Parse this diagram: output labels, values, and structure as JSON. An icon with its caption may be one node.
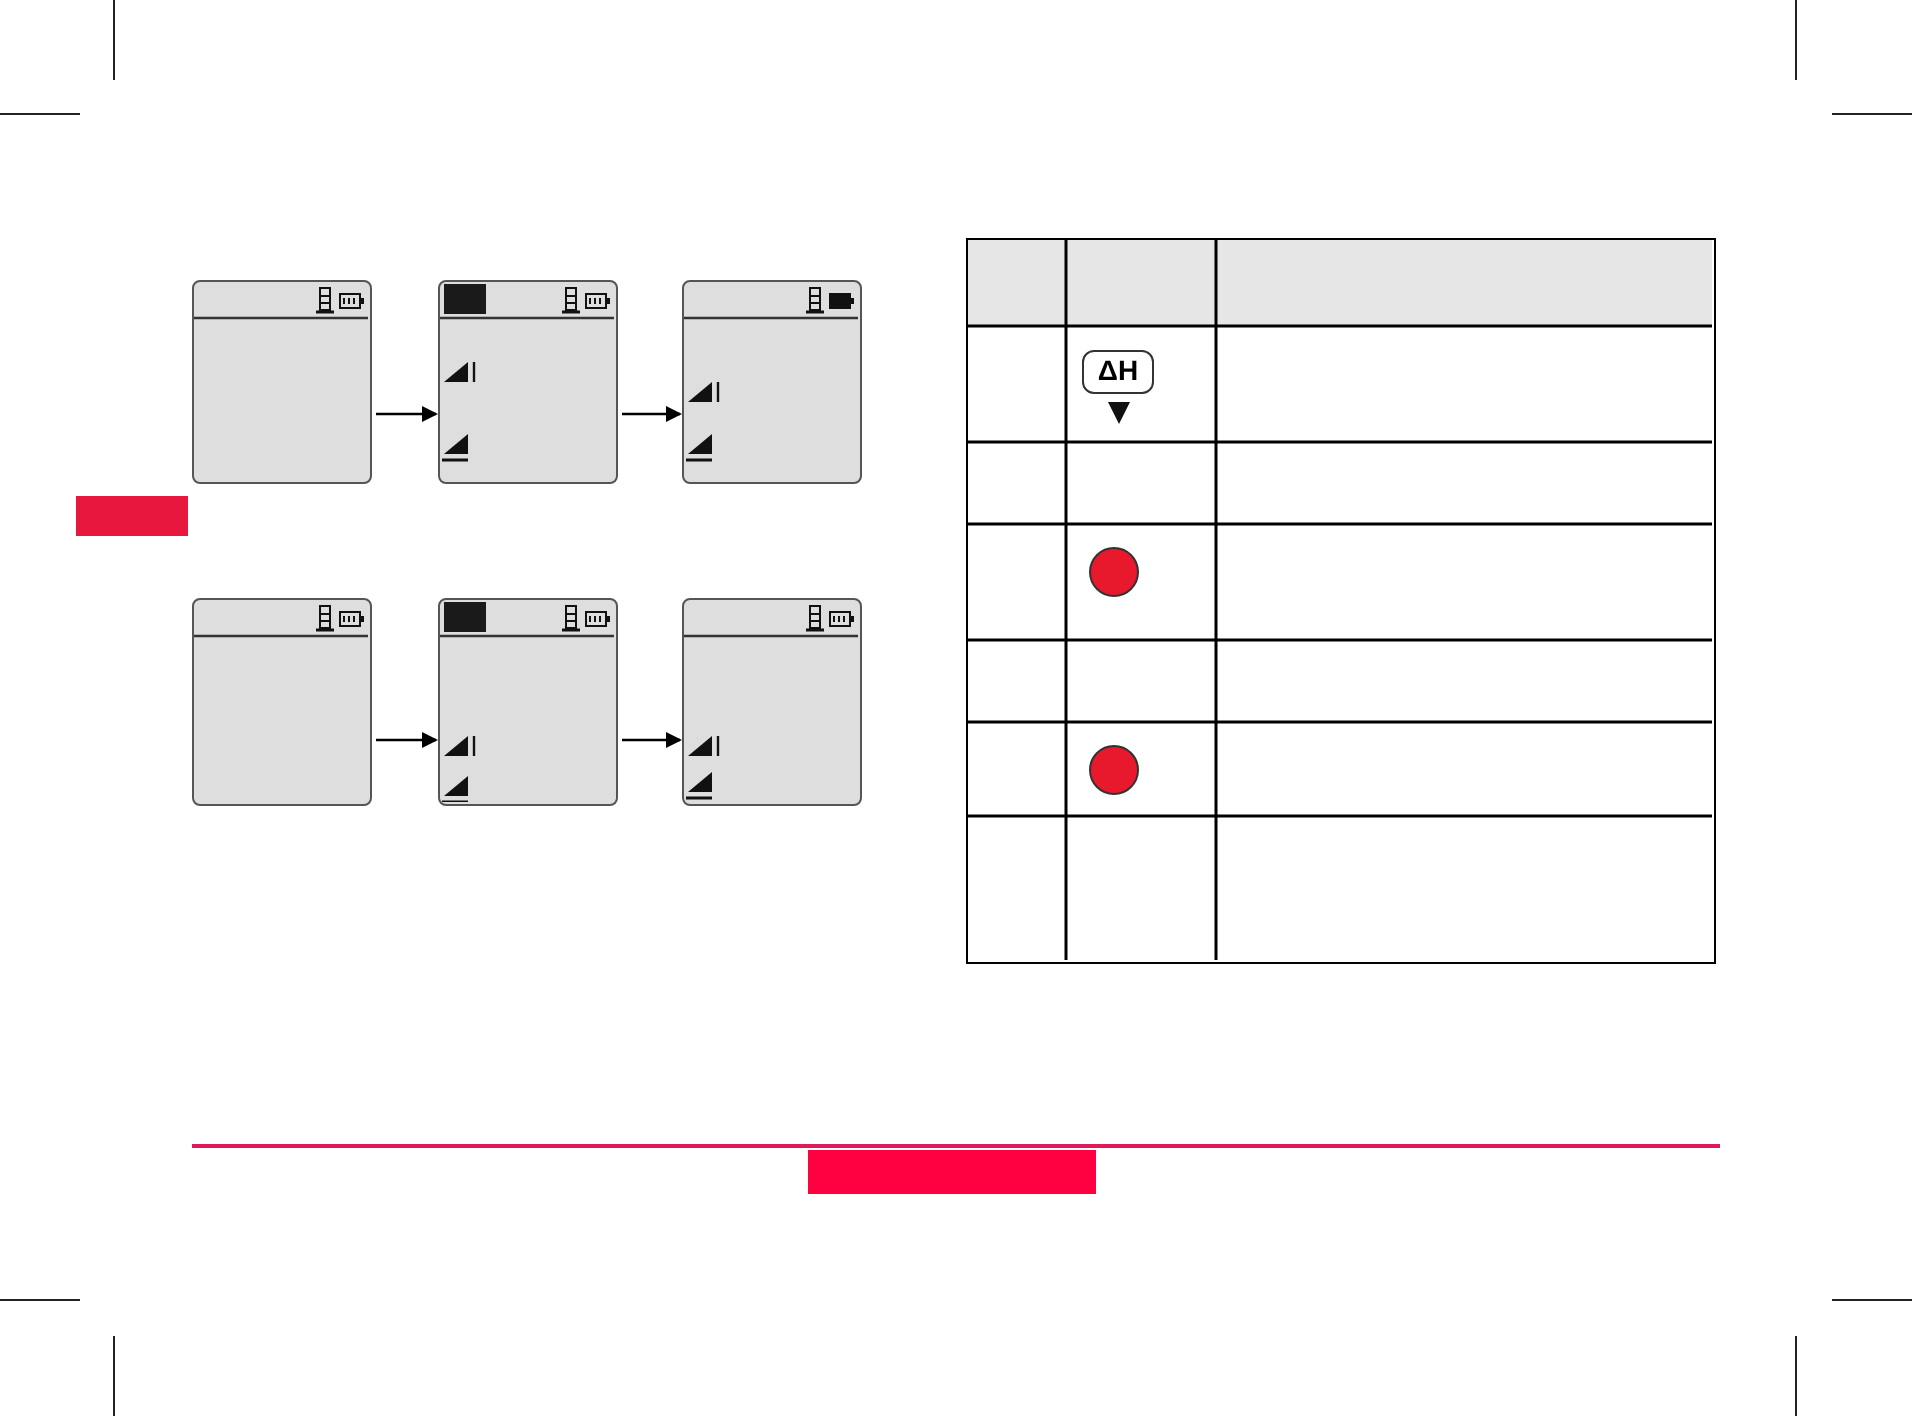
{
  "diagram": {
    "nodes": [
      {
        "text": [],
        "shape": "box"
      },
      {
        "text": [],
        "shape": "box"
      },
      {
        "text": [],
        "shape": "box"
      },
      {
        "text": [],
        "shape": "box"
      },
      {
        "text": [],
        "shape": "box"
      },
      {
        "text": [],
        "shape": "box"
      }
    ],
    "edges": [
      {
        "from": 0,
        "to": 1,
        "arrow": "to"
      },
      {
        "from": 1,
        "to": 2,
        "arrow": "to"
      },
      {
        "from": 3,
        "to": 4,
        "arrow": "to"
      },
      {
        "from": 4,
        "to": 5,
        "arrow": "to"
      }
    ],
    "labels": [
      "ΔH"
    ]
  }
}
